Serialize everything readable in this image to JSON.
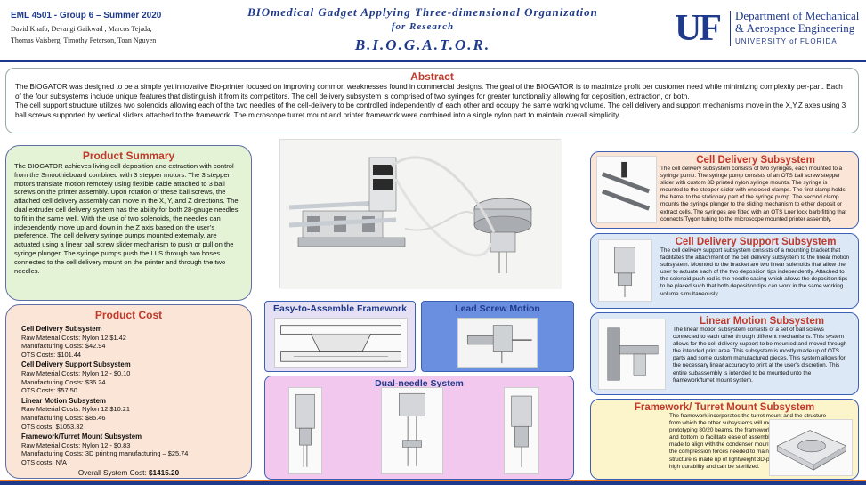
{
  "header": {
    "course": "EML 4501 - Group 6 – Summer 2020",
    "authors_line1": "David Knafo, Devangi Gaikwad , Marcos Tejada,",
    "authors_line2": "Thomas Vaisberg, Timothy Peterson, Toan Nguyen",
    "title_line1": "BIOmedical Gadget Applying Three-dimensional Organization",
    "title_line2": "for Research",
    "title_line3": "B.I.O.G.A.T.O.R.",
    "logo_text": "UF",
    "dept_line1": "Department of Mechanical",
    "dept_line2": "& Aerospace Engineering",
    "university": "UNIVERSITY of FLORIDA"
  },
  "abstract": {
    "title": "Abstract",
    "p1": "The BIOGATOR was designed to be a simple yet innovative Bio-printer focused on improving common weaknesses found in commercial designs. The goal of the BIOGATOR is to maximize profit per customer need while minimizing complexity per-part. Each of the four subsystems include unique features that distinguish it from its competitors. The cell delivery subsystem is comprised of two syringes for greater functionality allowing for deposition, extraction, or both.",
    "p2": "The cell support structure utilizes two solenoids allowing each of the two needles of the cell-delivery to be controlled independently of each other and occupy the same working volume. The cell delivery and support mechanisms move in the X,Y,Z axes using 3 ball screws supported by vertical sliders attached to the framework. The microscope turret mount and printer framework were combined into a single nylon part to maintain overall simplicity."
  },
  "summary": {
    "title": "Product Summary",
    "text": "The BIOGATOR achieves living cell deposition and extraction with control from the Smoothieboard combined with 3 stepper motors. The 3 stepper motors translate motion remotely using flexible cable attached to 3 ball screws on the printer assembly. Upon rotation of these ball screws, the attached cell delivery assembly can move in the X, Y, and Z directions. The dual extruder cell delivery system has the ability for both 28-gauge needles to fit in the same well. With the use of two solenoids, the needles can independently move up and down in the Z axis based on the user’s preference. The cell delivery syringe pumps mounted externally, are actuated using a linear ball screw slider mechanism to push or pull on the syringe plunger. The syringe pumps push the LLS through two hoses connected to the cell delivery mount on the printer and through the two needles."
  },
  "cost": {
    "title": "Product Cost",
    "sections": [
      {
        "heading": "Cell Delivery Subsystem",
        "raw": "Raw Material Costs: Nylon 12  $1.42",
        "mfg": "Manufacturing Costs: $42.94",
        "ots": "OTS Costs: $101.44"
      },
      {
        "heading": "Cell Delivery Support Subsystem",
        "raw": "Raw Material Costs: Nylon 12 - $0.10",
        "mfg": "Manufacturing Costs: $36.24",
        "ots": "OTS Costs: $57.50"
      },
      {
        "heading": "Linear Motion Subsystem",
        "raw": "Raw Material Costs:  Nylon 12  $10.21",
        "mfg": "Manufacturing Costs: $85.46",
        "ots": "OTS costs: $1053.32"
      },
      {
        "heading": "Framework/Turret Mount Subsystem",
        "raw": "Raw Material Costs: Nylon 12 - $0.83",
        "mfg": "Manufacturing Costs: 3D printing manufacturing – $25.74",
        "ots": "OTS costs: N/A"
      }
    ],
    "total_label": "Overall System Cost: ",
    "total_value": "$1415.20"
  },
  "center": {
    "ease_title": "Easy-to-Assemble Framework",
    "lead_title": "Lead Screw Motion",
    "dual_title": "Dual-needle System"
  },
  "right": {
    "cell_delivery": {
      "title": "Cell Delivery Subsystem",
      "text": "The cell delivery subsystem consists of two syringes, each mounted to a syringe pump. The syringe pump consists of an OTS ball screw stepper slider with custom 3D printed nylon syringe mounts. The syringe is mounted to the stepper slider with enclosed clamps. The first clamp holds the barrel to the stationary part of the syringe pump. The second clamp mounts the syringe plunger to the sliding mechanism to either deposit or extract cells. The syringes are fitted with an OTS Luer lock barb fitting that connects Tygon tubing to the microscope mounted printer assembly."
    },
    "cell_support": {
      "title": "Cell Delivery Support Subsystem",
      "text": "The cell delivery support subsystem consists of a mounting bracket that facilitates the attachment of the cell delivery subsystem to the linear motion subsystem. Mounted to the bracket are two linear solenoids that allow the user to actuate each of the two deposition tips independently. Attached to the solenoid push rod is the needle casing which allows the deposition tips to be placed such that both deposition tips can work in the same working volume simultaneously."
    },
    "linear": {
      "title": "Linear Motion Subsystem",
      "text": "The linear motion subsystem consists of a set of ball screws connected to each other through different mechanisms. This system allows for the cell delivery support to be mounted and moved through the intended print area. This subsystem is mostly made up of OTS parts and some custom manufactured pieces. This system allows for the necessary linear accuracy to print at the user’s discretion. This entire subassembly is intended to be mounted unto the framework/turret mount system."
    },
    "framework": {
      "title": "Framework/ Turret Mount Subsystem",
      "text": "The framework incorporates the turret mount and the structure from which the other subsystems will mount. Similar to rapid-prototyping 80/20 beams, the framework has  grooves on the sides and bottom to facilitate ease of assembly. The turret mount is made to align with the condenser mount easily and can withstand the compression forces needed to maintain alignment. The structure is made up of lightweight 3D-printed nylon which has a high durability and can be sterilized."
    }
  },
  "colors": {
    "uf_blue": "#1f3a8a",
    "uf_orange": "#f07a1e",
    "heading_red": "#c0392b"
  }
}
